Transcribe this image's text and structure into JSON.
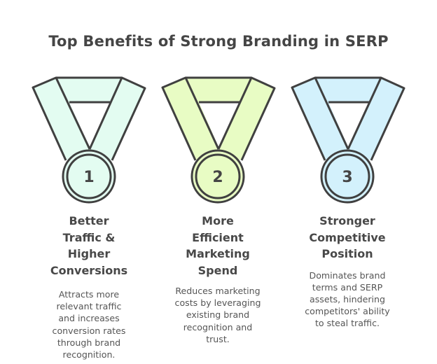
{
  "title": "Top Benefits of Strong Branding in SERP",
  "colors": {
    "stroke": "#404040",
    "medal_1_fill": "#e3fcf1",
    "medal_2_fill": "#e8fcc4",
    "medal_3_fill": "#d3f1fc"
  },
  "medals": [
    {
      "number": "1",
      "icon": "medal-icon",
      "heading": [
        "Better",
        "Traffic &",
        "Higher",
        "Conversions"
      ],
      "description": [
        "Attracts more",
        "relevant traffic",
        "and increases",
        "conversion rates",
        "through brand",
        "recognition."
      ]
    },
    {
      "number": "2",
      "icon": "medal-icon",
      "heading": [
        "More",
        "Efficient",
        "Marketing",
        "Spend"
      ],
      "description": [
        "Reduces marketing",
        "costs by leveraging",
        "existing brand",
        "recognition and",
        "trust."
      ]
    },
    {
      "number": "3",
      "icon": "medal-icon",
      "heading": [
        "Stronger",
        "Competitive",
        "Position"
      ],
      "description": [
        "Dominates brand",
        "terms and SERP",
        "assets, hindering",
        "competitors' ability",
        "to steal traffic."
      ]
    }
  ]
}
